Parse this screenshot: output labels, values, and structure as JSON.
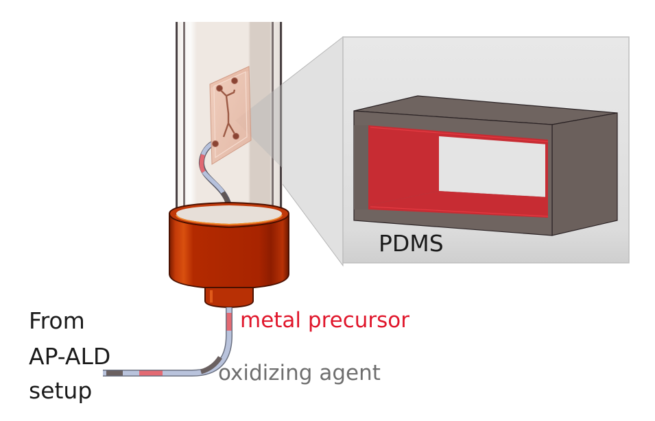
{
  "figure": {
    "type": "schematic",
    "description": "Microfluidic chip mounted in a tube reactor fed from AP-ALD setup; inset shows channel cross-section coated in PDMS"
  },
  "labels": {
    "source_line1": "From",
    "source_line2": "AP-ALD",
    "source_line3": "setup",
    "metal_precursor": "metal precursor",
    "oxidizing_agent": "oxidizing agent",
    "inset_material": "PDMS"
  },
  "colors": {
    "metal_precursor": "#e0162b",
    "oxidizing_agent": "#6e6e6e",
    "coating_red": "#c72c33",
    "pdms_gray": "#6f6460",
    "holder_orange": "#a82600",
    "tube_body": "#efe9e4",
    "chip_pink": "#e6b8a4",
    "inset_bg": "#e3e3e3",
    "tubing_blue": "#b8c2dc",
    "tubing_red_segment": "#e36a73",
    "tubing_dark_segment": "#6a6060"
  },
  "components": [
    {
      "name": "reactor-tube"
    },
    {
      "name": "microfluidic-chip"
    },
    {
      "name": "tube-holder"
    },
    {
      "name": "gas-tubing"
    },
    {
      "name": "zoom-inset"
    },
    {
      "name": "channel-cross-section"
    }
  ]
}
